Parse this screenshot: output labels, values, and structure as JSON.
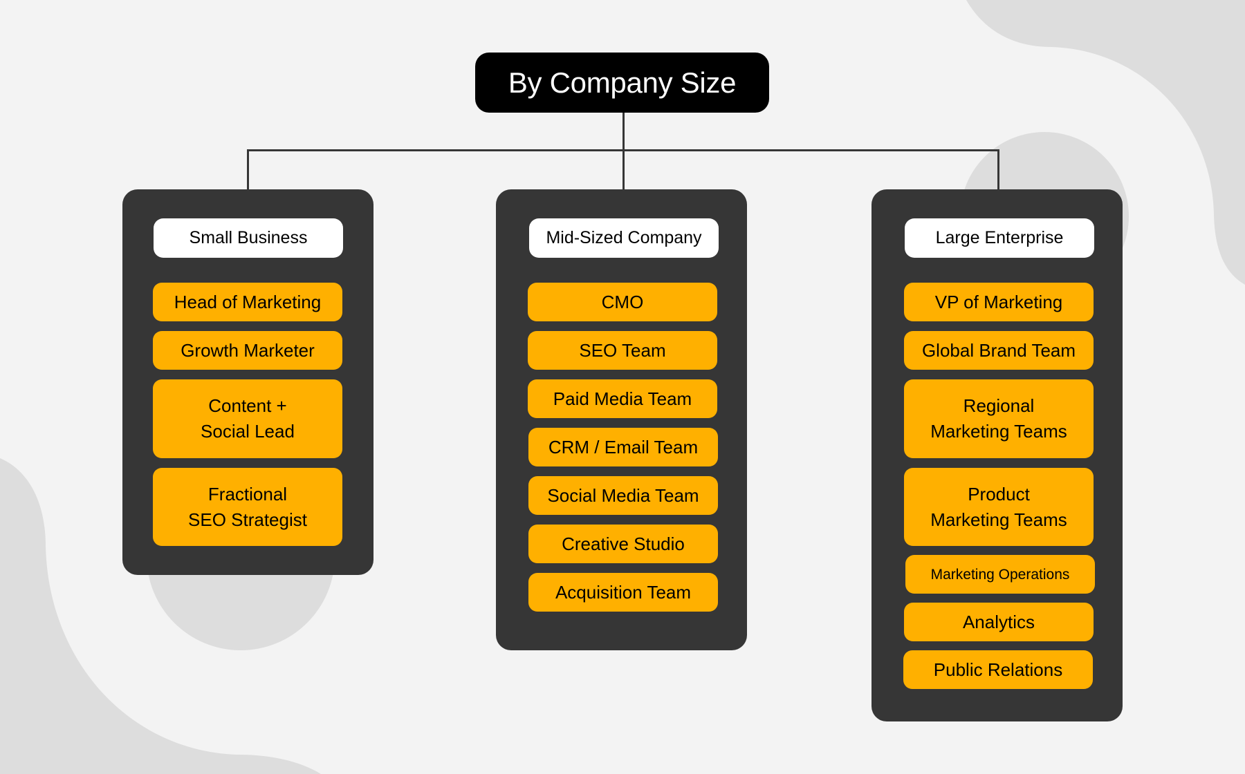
{
  "title": "By Company Size",
  "colors": {
    "background": "#f3f3f3",
    "blob": "#dddddd",
    "panel": "#363636",
    "title_box": "#000000",
    "label_box": "#ffffff",
    "item": "#ffb000",
    "connector": "#363636"
  },
  "columns": [
    {
      "label": "Small Business",
      "items": [
        "Head of Marketing",
        "Growth Marketer",
        "Content +\nSocial Lead",
        "Fractional\nSEO Strategist"
      ]
    },
    {
      "label": "Mid-Sized Company",
      "items": [
        "CMO",
        "SEO Team",
        "Paid Media Team",
        "CRM / Email Team",
        "Social Media Team",
        "Creative Studio",
        "Acquisition Team"
      ]
    },
    {
      "label": "Large Enterprise",
      "items": [
        "VP of Marketing",
        "Global Brand Team",
        "Regional\nMarketing Teams",
        "Product\nMarketing Teams",
        "Marketing Operations",
        "Analytics",
        "Public Relations"
      ]
    }
  ]
}
